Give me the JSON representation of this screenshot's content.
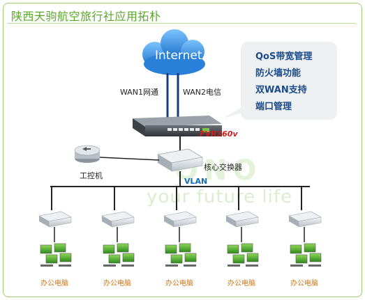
{
  "title": "陕西天驹航空旅行社应用拓朴",
  "internet_label": "Internet",
  "wan1_label": "WAN1网通",
  "wan2_label": "WAN2电信",
  "features": [
    "QoS带宽管理",
    "防火墙功能",
    "双WAN支持",
    "端口管理"
  ],
  "router_label": "FVR360v",
  "core_switch_label": "核心交换器",
  "workstation_label": "工控机",
  "vlan_label": "VLAN",
  "branch_pc_labels": [
    "办公电脑",
    "办公电脑",
    "办公电脑",
    "办公电脑",
    "办公电脑"
  ],
  "watermark_brand": "QNO",
  "watermark_tagline": "your future life",
  "colors": {
    "title_green": "#5aa52a",
    "frame_green": "#9ccf6f",
    "feature_text": "#1a4b8c",
    "router_label_red": "#d71a1a",
    "vlan_blue": "#1a6bb5",
    "pc_label_orange": "#c9781a",
    "cloud_blue": "#2f8fe0"
  },
  "icons": [
    "cloud-icon",
    "router-icon",
    "switch-icon",
    "workstation-icon",
    "pc-group-icon"
  ]
}
